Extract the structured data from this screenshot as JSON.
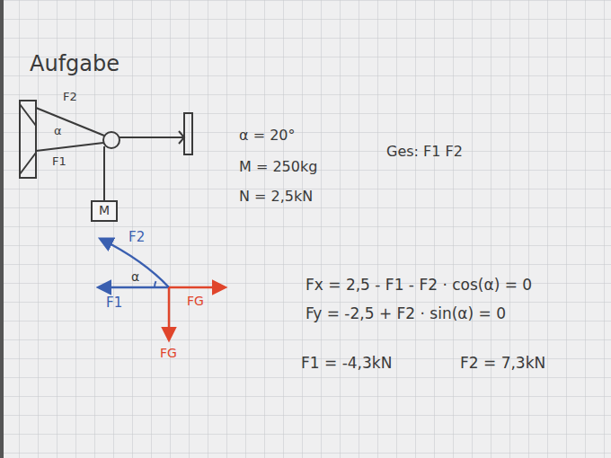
{
  "diagram": {
    "title": "Aufgabe",
    "nodes": [
      {
        "text": [
          "M"
        ]
      }
    ],
    "labels": [
      "α = 20°",
      "M = 250kg",
      "N = 2,5kN",
      "Ges: F1 F2",
      "F2",
      "α",
      "F1",
      "F2",
      "α",
      "F1",
      "FG",
      "FG",
      "Fx = 2,5 - F1 - F2 · cos(α) = 0",
      "Fy = -2,5 + F2 · sin(α) = 0",
      "F1 = -4,3kN",
      "F2 = 7,3kN"
    ]
  }
}
